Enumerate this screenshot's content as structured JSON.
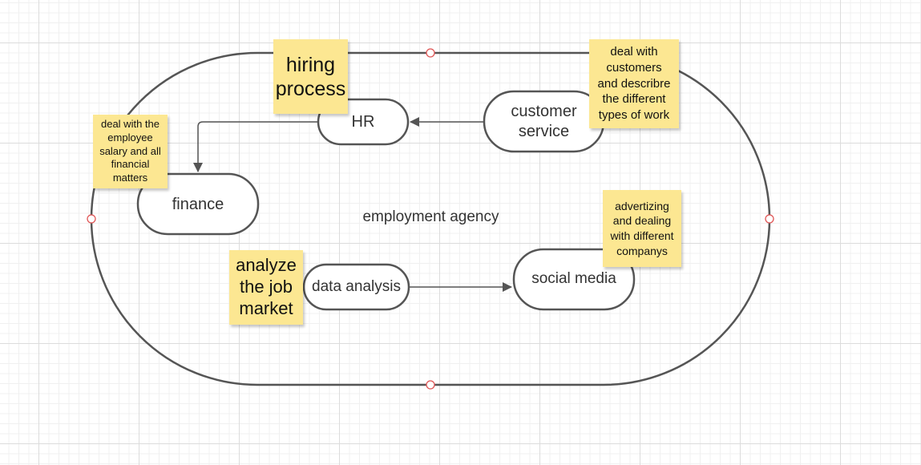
{
  "diagram": {
    "container_label": "employment agency",
    "nodes": {
      "hr": "HR",
      "customer_service": "customer\nservice",
      "finance": "finance",
      "data_analysis": "data analysis",
      "social_media": "social media"
    },
    "notes": {
      "hiring": "hiring\nprocess",
      "customers": "deal with\ncustomers\nand describre\nthe different\ntypes of work",
      "salary": "deal with the\nemployee\nsalary and all\nfinancial\nmatters",
      "analyze": "analyze\nthe job\nmarket",
      "advertizing": "advertizing\nand dealing\nwith different\ncompanys"
    }
  },
  "colors": {
    "shape_stroke": "#555555",
    "sticky_fill": "#fce792",
    "selection_handle": "#e05555",
    "grid_major": "#dcdcdc",
    "grid_minor": "#f0f0f0"
  }
}
